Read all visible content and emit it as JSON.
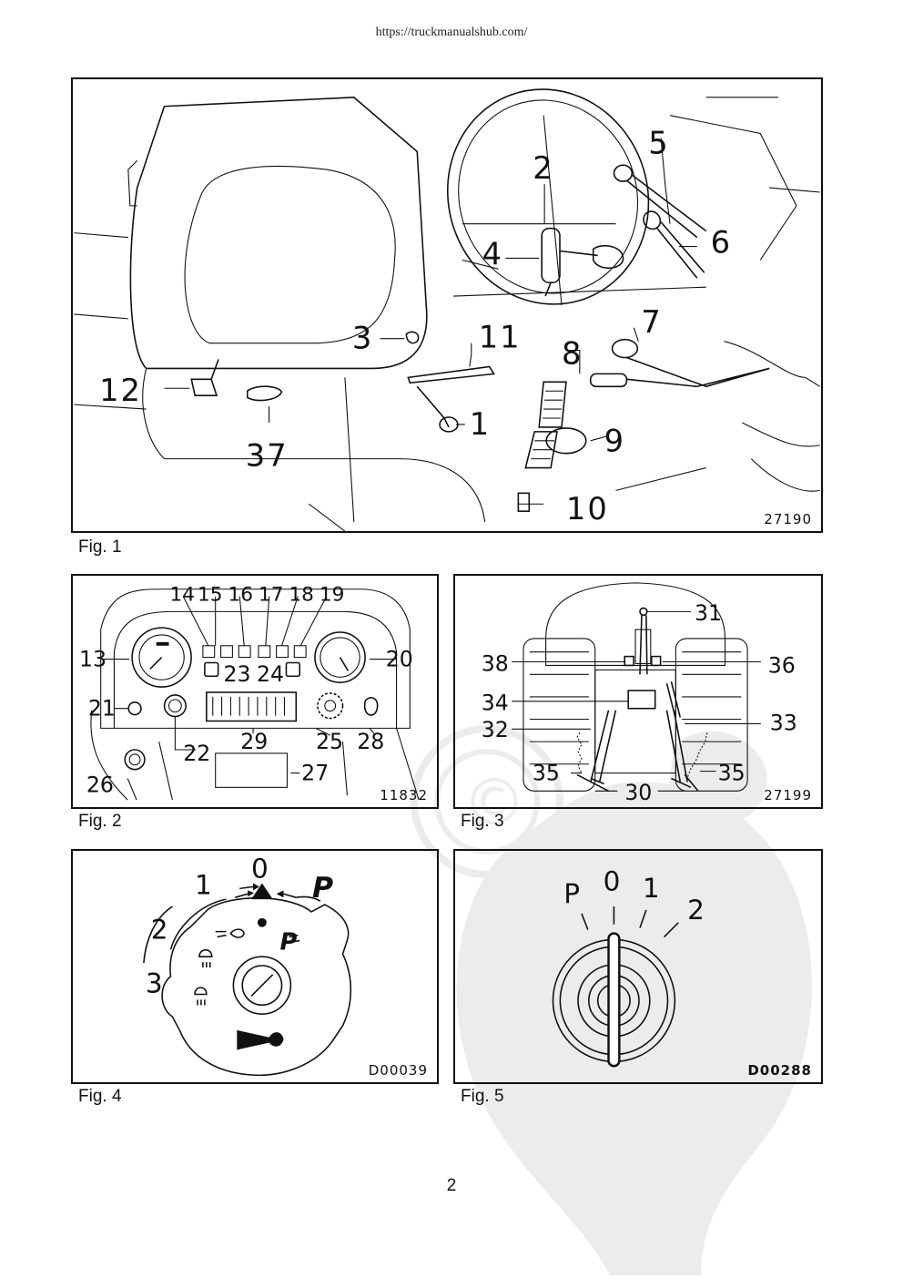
{
  "header": {
    "url": "https://truckmanualshub.com/"
  },
  "page_number": "2",
  "figures": [
    {
      "id": "fig1",
      "caption": "Fig. 1",
      "code": "27190",
      "callouts": [
        "1",
        "2",
        "3",
        "4",
        "5",
        "6",
        "7",
        "8",
        "9",
        "10",
        "11",
        "12",
        "37"
      ]
    },
    {
      "id": "fig2",
      "caption": "Fig. 2",
      "code": "11832",
      "callouts": [
        "13",
        "14",
        "15",
        "16",
        "17",
        "18",
        "19",
        "20",
        "21",
        "22",
        "23",
        "24",
        "25",
        "26",
        "27",
        "28",
        "29"
      ]
    },
    {
      "id": "fig3",
      "caption": "Fig. 3",
      "code": "27199",
      "callouts": [
        "30",
        "31",
        "32",
        "33",
        "34",
        "35",
        "35",
        "36",
        "38"
      ]
    },
    {
      "id": "fig4",
      "caption": "Fig. 4",
      "code": "D00039",
      "labels": [
        "0",
        "1",
        "2",
        "3",
        "P"
      ]
    },
    {
      "id": "fig5",
      "caption": "Fig. 5",
      "code": "D00288",
      "labels": [
        "P",
        "0",
        "1",
        "2"
      ]
    }
  ],
  "colors": {
    "ink": "#111111",
    "watermark": "#ececec"
  }
}
